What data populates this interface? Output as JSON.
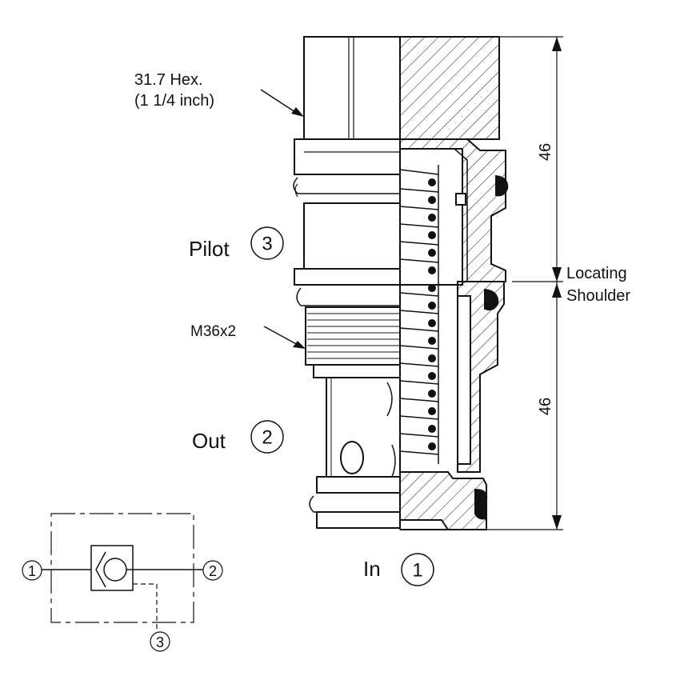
{
  "labels": {
    "hex": "31.7 Hex.",
    "hex_inch": "(1 1/4 inch)",
    "thread": "M36x2",
    "locating": "Locating",
    "shoulder": "Shoulder",
    "dim_upper": "46",
    "dim_lower": "46"
  },
  "ports": {
    "pilot": {
      "label": "Pilot",
      "number": "3"
    },
    "out": {
      "label": "Out",
      "number": "2"
    },
    "in": {
      "label": "In",
      "number": "1"
    }
  },
  "symbol": {
    "port_in": "1",
    "port_out": "2",
    "port_pilot": "3"
  },
  "colors": {
    "line": "#111111",
    "background": "#ffffff"
  }
}
